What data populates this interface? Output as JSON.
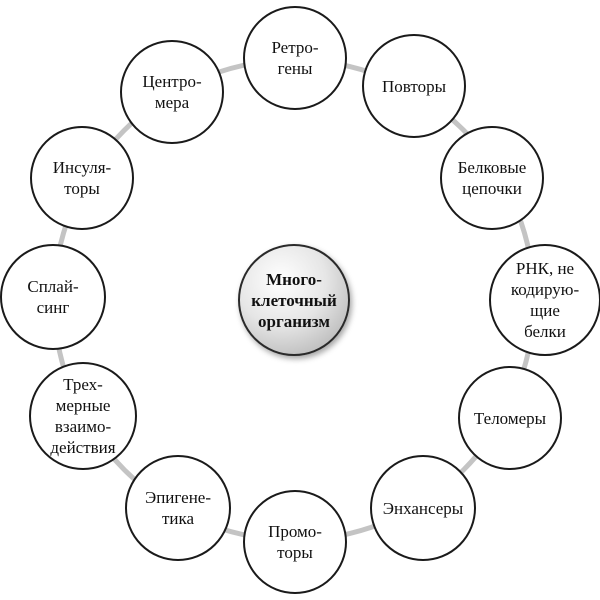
{
  "center": {
    "label": "Много-\nклеточный\nорганизм"
  },
  "nodes": [
    {
      "label": "Ретро-\nгены"
    },
    {
      "label": "Повторы"
    },
    {
      "label": "Белковые\nцепочки"
    },
    {
      "label": "РНК, не\nкодирую-\nщие\nбелки"
    },
    {
      "label": "Теломеры"
    },
    {
      "label": "Энхансеры"
    },
    {
      "label": "Промо-\nторы"
    },
    {
      "label": "Эпигене-\nтика"
    },
    {
      "label": "Трех-\nмерные\nвзаимо-\nдействия"
    },
    {
      "label": "Сплай-\nсинг"
    },
    {
      "label": "Инсуля-\nторы"
    },
    {
      "label": "Центро-\nмера"
    }
  ],
  "colors": {
    "ring": "#c4c4c4",
    "node_border": "#1a1a1a",
    "center_fill": "#d8d8d8"
  }
}
